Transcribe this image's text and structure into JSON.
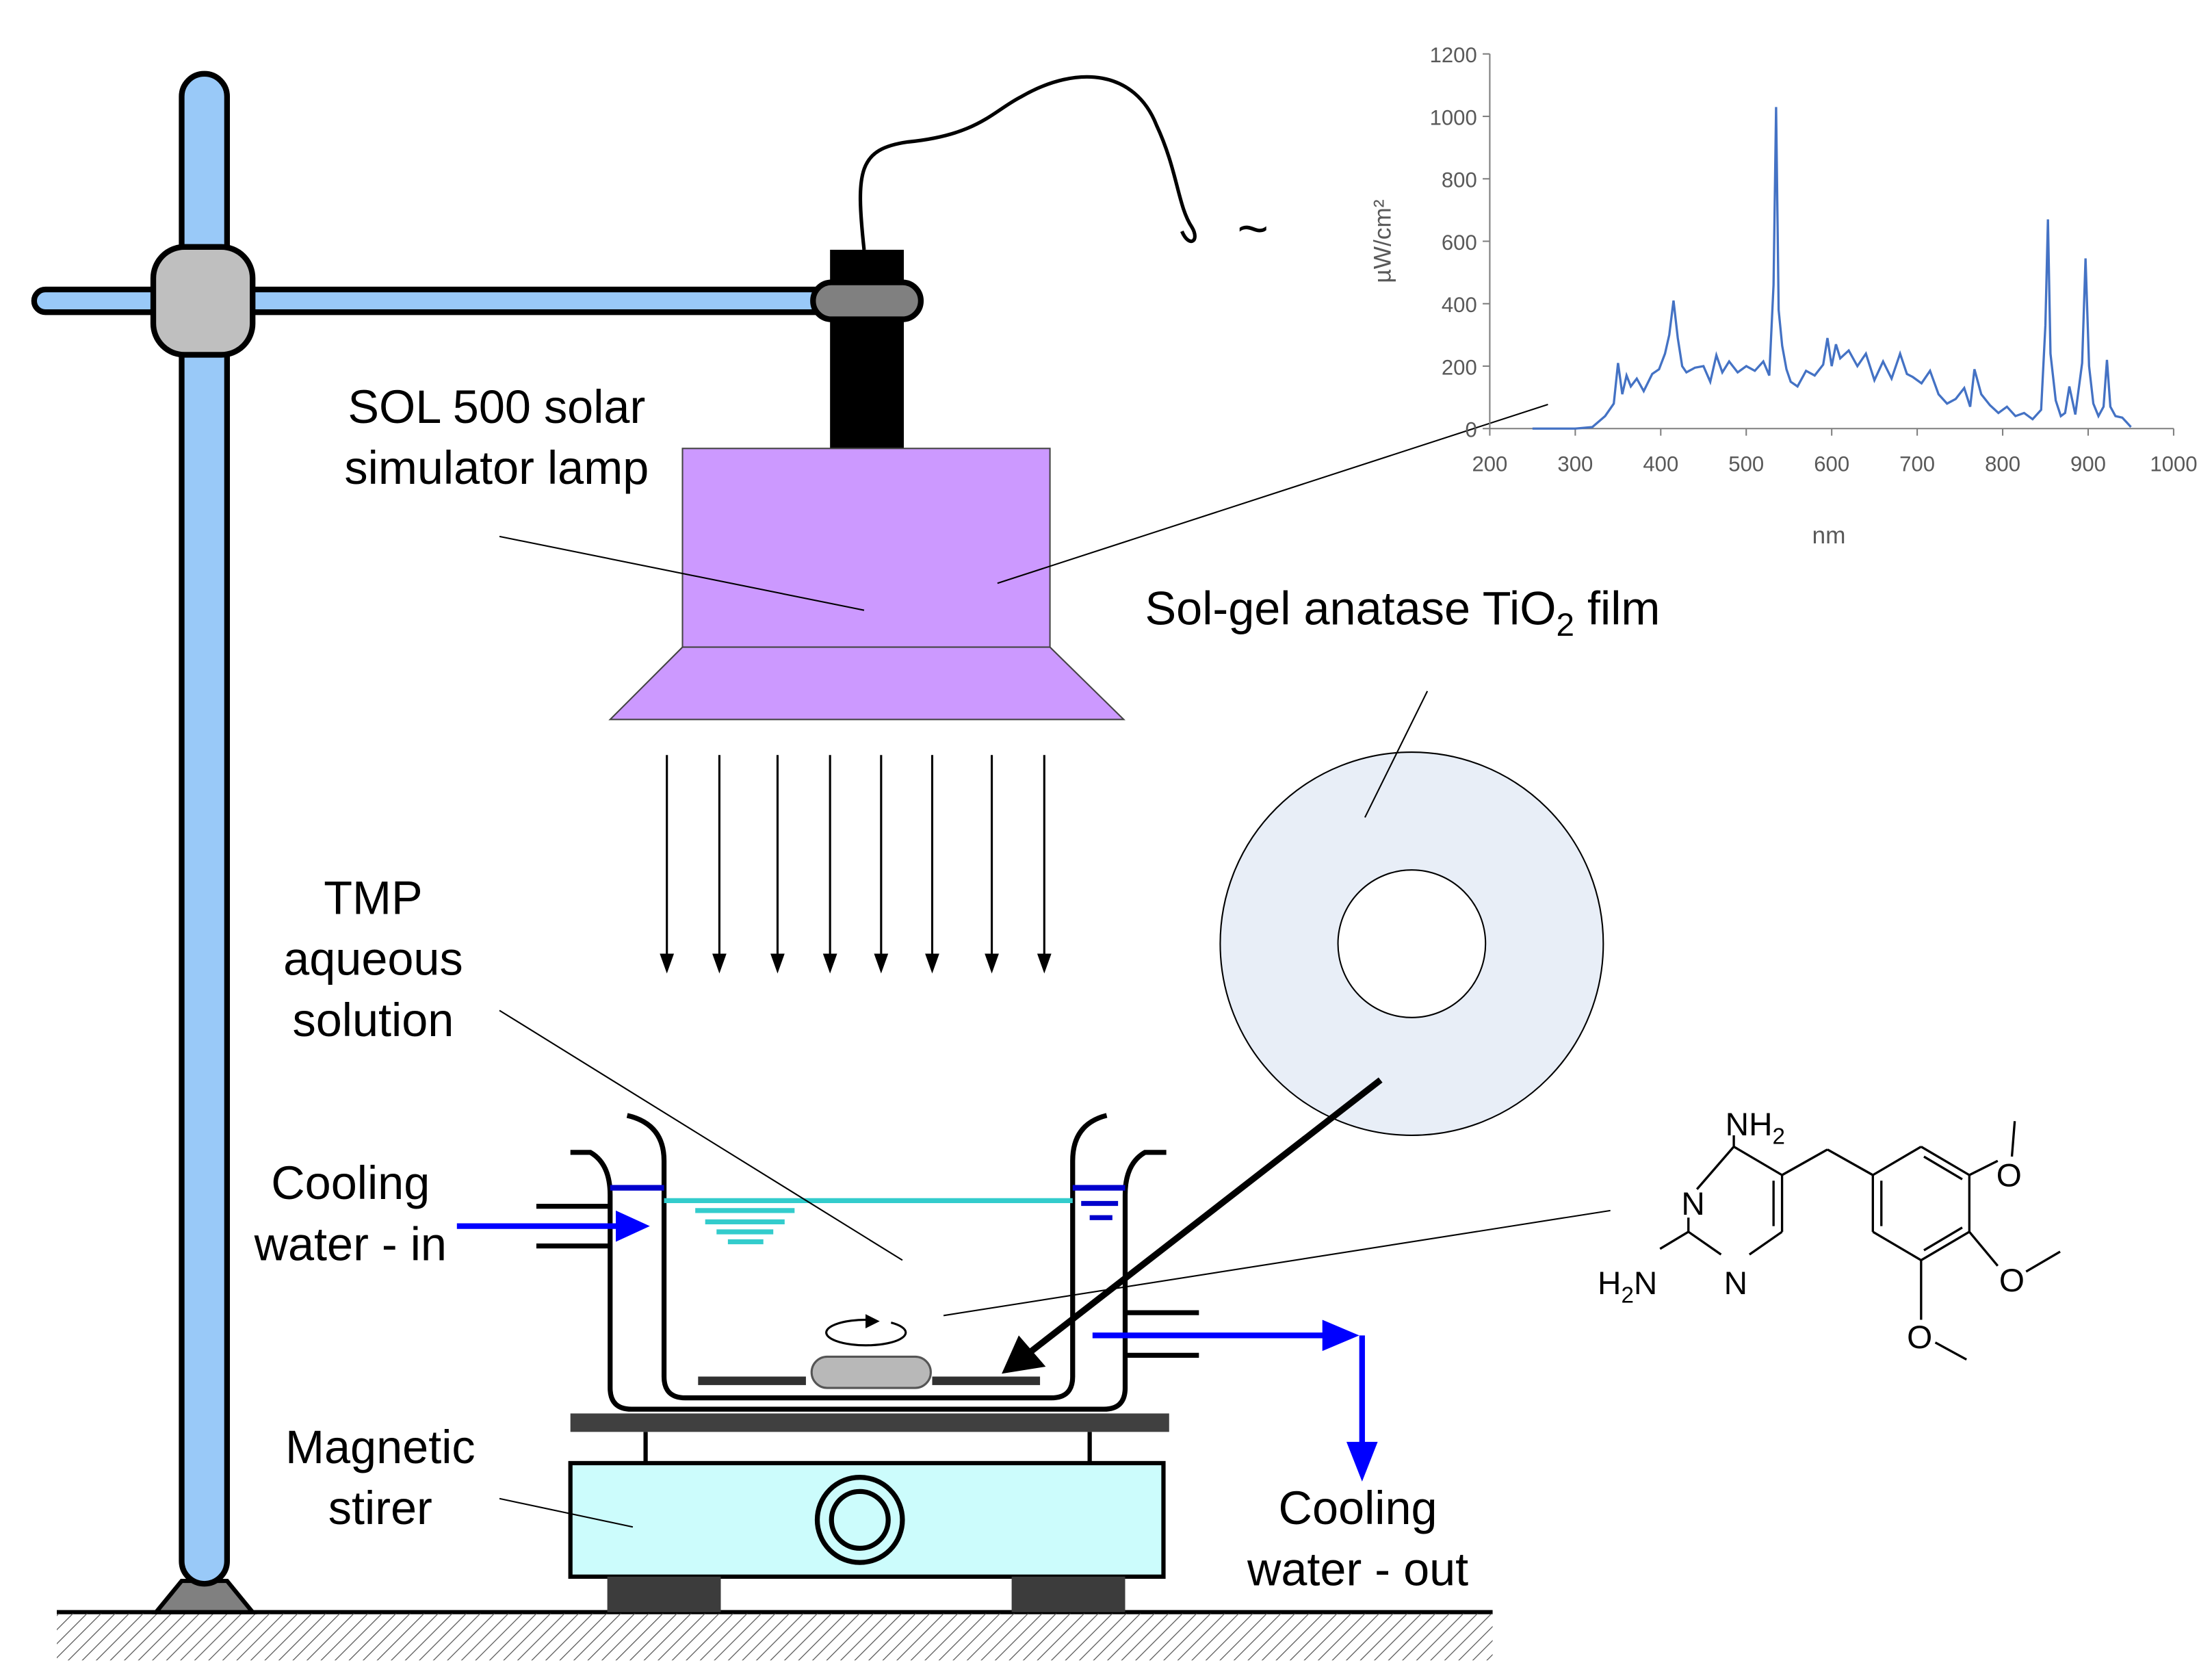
{
  "labels": {
    "lamp_line1": "SOL 500 solar",
    "lamp_line2": "simulator lamp",
    "film_prefix": "Sol-gel anatase TiO",
    "film_sub": "2",
    "film_suffix": " film",
    "tmp_line1": "TMP",
    "tmp_line2": "aqueous",
    "tmp_line3": "solution",
    "cooling_in_line1": "Cooling",
    "cooling_in_line2": "water - in",
    "cooling_out_line1": "Cooling",
    "cooling_out_line2": "water - out",
    "stirrer_line1": "Magnetic",
    "stirrer_line2": "stirer",
    "ac_symbol": "~"
  },
  "molecule": {
    "nh2_top": "NH",
    "nh2_top_sub": "2",
    "h2n_left": "H",
    "h2n_left_sub": "2",
    "h2n_left_tail": "N",
    "ring_n": "N",
    "oxygen": "O"
  },
  "colors": {
    "stand": "#99c9f8",
    "clamp": "#bfbfbf",
    "lamp": "#cc99ff",
    "lamp_head": "#000000",
    "water_line": "#33cccc",
    "cooling_arrow": "#0000ff",
    "stirrer_body": "#ccfcfc",
    "hotplate": "#404040",
    "film": "#e8eef7",
    "spectrum": "#4472c4"
  },
  "chart_data": {
    "type": "line",
    "title": "",
    "xlabel": "nm",
    "ylabel": "µW/cm²",
    "xlim": [
      200,
      1000
    ],
    "ylim": [
      0,
      1200
    ],
    "x_ticks": [
      200,
      300,
      400,
      500,
      600,
      700,
      800,
      900,
      1000
    ],
    "y_ticks": [
      0,
      200,
      400,
      600,
      800,
      1000,
      1200
    ],
    "grid": false,
    "legend": "none",
    "x": [
      250,
      300,
      320,
      335,
      345,
      350,
      355,
      360,
      365,
      372,
      380,
      390,
      398,
      405,
      410,
      415,
      420,
      425,
      430,
      440,
      450,
      458,
      465,
      472,
      480,
      490,
      500,
      510,
      520,
      527,
      532,
      535,
      538,
      542,
      547,
      552,
      560,
      570,
      580,
      590,
      595,
      600,
      605,
      610,
      620,
      630,
      640,
      650,
      660,
      670,
      680,
      688,
      695,
      705,
      715,
      725,
      735,
      745,
      755,
      762,
      767,
      775,
      785,
      795,
      805,
      815,
      825,
      835,
      845,
      850,
      853,
      856,
      862,
      868,
      873,
      878,
      885,
      893,
      897,
      901,
      906,
      912,
      918,
      922,
      926,
      932,
      940,
      945,
      950
    ],
    "y": [
      0,
      0,
      5,
      40,
      80,
      210,
      110,
      170,
      135,
      160,
      120,
      175,
      190,
      240,
      300,
      410,
      290,
      200,
      180,
      195,
      200,
      150,
      235,
      180,
      215,
      180,
      200,
      185,
      215,
      170,
      460,
      1030,
      380,
      265,
      190,
      150,
      135,
      185,
      170,
      205,
      290,
      200,
      270,
      225,
      250,
      200,
      240,
      155,
      215,
      160,
      240,
      175,
      165,
      145,
      185,
      110,
      80,
      95,
      130,
      70,
      190,
      110,
      75,
      50,
      70,
      40,
      50,
      30,
      60,
      330,
      670,
      240,
      90,
      40,
      50,
      135,
      45,
      210,
      545,
      200,
      80,
      40,
      70,
      220,
      70,
      40,
      35,
      20,
      5
    ]
  }
}
